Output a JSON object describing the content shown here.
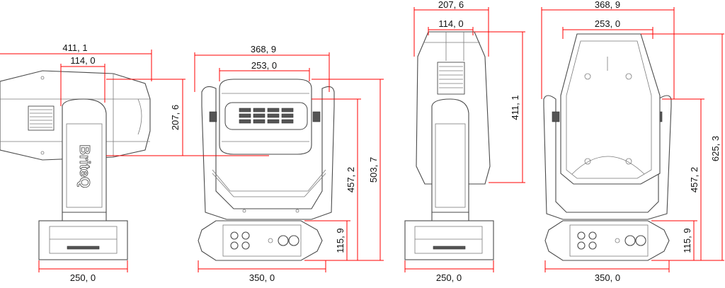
{
  "drawing": {
    "brand_mark": "BriteQ",
    "colors": {
      "dimension_line": "#ff0000",
      "outline": "#4a4a4a",
      "text": "#111111"
    },
    "views": {
      "side_view_1": {
        "total_depth": "411, 1",
        "arm_width": "114, 0",
        "base_width": "250, 0"
      },
      "front_view_1": {
        "total_width": "368, 9",
        "head_width": "253, 0",
        "head_height": "207, 6",
        "yoke_height": "457, 2",
        "total_height": "503, 7",
        "base_height": "115, 9",
        "base_width": "350, 0"
      },
      "side_view_2": {
        "head_depth": "207, 6",
        "arm_width": "114, 0",
        "head_length": "411, 1",
        "base_width": "250, 0"
      },
      "front_view_2": {
        "total_width": "368, 9",
        "head_width": "253, 0",
        "yoke_height": "457, 2",
        "total_height": "625, 3",
        "base_height": "115, 9",
        "base_width": "350, 0"
      }
    }
  }
}
